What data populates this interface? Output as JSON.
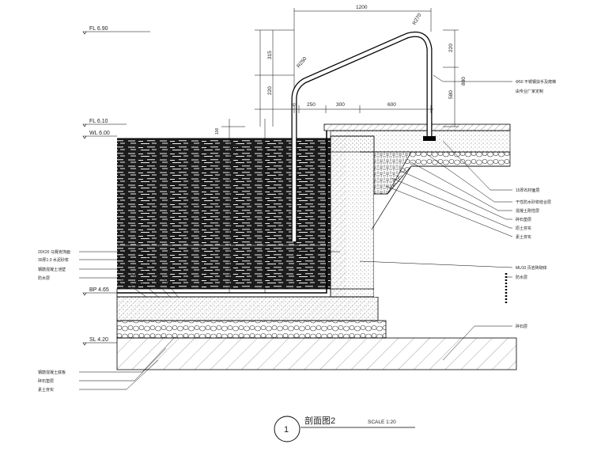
{
  "dimensions": {
    "top_1200": "1200",
    "r270": "R270",
    "r250": "R250",
    "d315": "315",
    "d220_left": "220",
    "d220_right": "220",
    "d800": "800",
    "d580": "580",
    "d50": "50",
    "d250": "250",
    "d300": "300",
    "d600": "600",
    "d100a": "100",
    "d100b": "100"
  },
  "levels": {
    "fl690": "FL 6.90",
    "fl610": "FL 6.10",
    "wl600": "WL 6.00",
    "bp465": "BP 4.65",
    "sl420": "SL 4.20"
  },
  "notes_right": {
    "handrail_1": "Φ50 不锈钢扶手及爬梯",
    "handrail_2": "由专业厂家定制",
    "r1": "15厚石材面层",
    "r2": "干性防水砂浆结合层",
    "r3": "混凝土刚性层",
    "r4": "碎石垫层",
    "r5": "原土夯实",
    "r6": "素土夯实",
    "wall": "MU10 页岩砖砌体",
    "wp": "防水层",
    "base": "碎石层"
  },
  "notes_left": {
    "l1": "20X20 马赛克饰面",
    "l2": "30厚1:3 水泥砂浆",
    "l3": "钢筋混凝土池壁",
    "l4": "防水层",
    "b1": "钢筋混凝土底板",
    "b2": "碎石垫层",
    "b3": "素土夯实"
  },
  "title": {
    "number": "1",
    "name": "剖面图2",
    "scale": "SCALE 1:20"
  }
}
